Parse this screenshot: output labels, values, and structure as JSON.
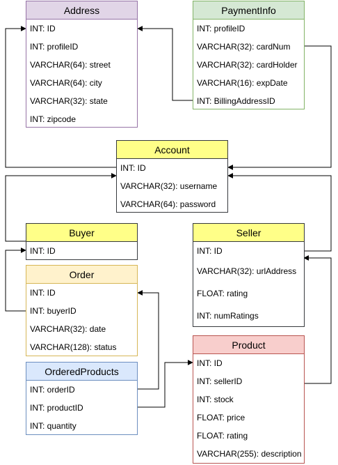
{
  "colors": {
    "address": {
      "fill": "#e1d5e7",
      "stroke": "#9673a6"
    },
    "payment": {
      "fill": "#d5e8d4",
      "stroke": "#82b366"
    },
    "account": {
      "fill": "#ffff88",
      "stroke": "#36393d"
    },
    "buyer": {
      "fill": "#ffff88",
      "stroke": "#36393d"
    },
    "seller": {
      "fill": "#ffff88",
      "stroke": "#36393d"
    },
    "order": {
      "fill": "#fff2cc",
      "stroke": "#d6b656"
    },
    "ordered": {
      "fill": "#dae8fc",
      "stroke": "#6c8ebf"
    },
    "product": {
      "fill": "#f8cecc",
      "stroke": "#b85450"
    }
  },
  "tables": {
    "address": {
      "title": "Address",
      "fields": [
        "INT: ID",
        "INT: profileID",
        "VARCHAR(64): street",
        "VARCHAR(64): city",
        "VARCHAR(32): state",
        "INT: zipcode"
      ]
    },
    "payment": {
      "title": "PaymentInfo",
      "fields": [
        "INT: profileID",
        "VARCHAR(32): cardNum",
        "VARCHAR(32): cardHolder",
        "VARCHAR(16): expDate",
        "INT: BillingAddressID"
      ]
    },
    "account": {
      "title": "Account",
      "fields": [
        "INT: ID",
        "VARCHAR(32): username",
        "VARCHAR(64): password"
      ]
    },
    "buyer": {
      "title": "Buyer",
      "fields": [
        "INT: ID"
      ]
    },
    "seller": {
      "title": "Seller",
      "fields": [
        "INT: ID",
        "VARCHAR(32): urlAddress",
        "FLOAT: rating",
        "INT: numRatings"
      ]
    },
    "order": {
      "title": "Order",
      "fields": [
        "INT: ID",
        "INT: buyerID",
        "VARCHAR(32): date",
        "VARCHAR(128): status"
      ]
    },
    "ordered": {
      "title": "OrderedProducts",
      "fields": [
        "INT: orderID",
        "INT: productID",
        "INT: quantity"
      ]
    },
    "product": {
      "title": "Product",
      "fields": [
        "INT: ID",
        "INT: sellerID",
        "INT: stock",
        "FLOAT: price",
        "FLOAT: rating",
        "VARCHAR(255): description"
      ]
    }
  }
}
